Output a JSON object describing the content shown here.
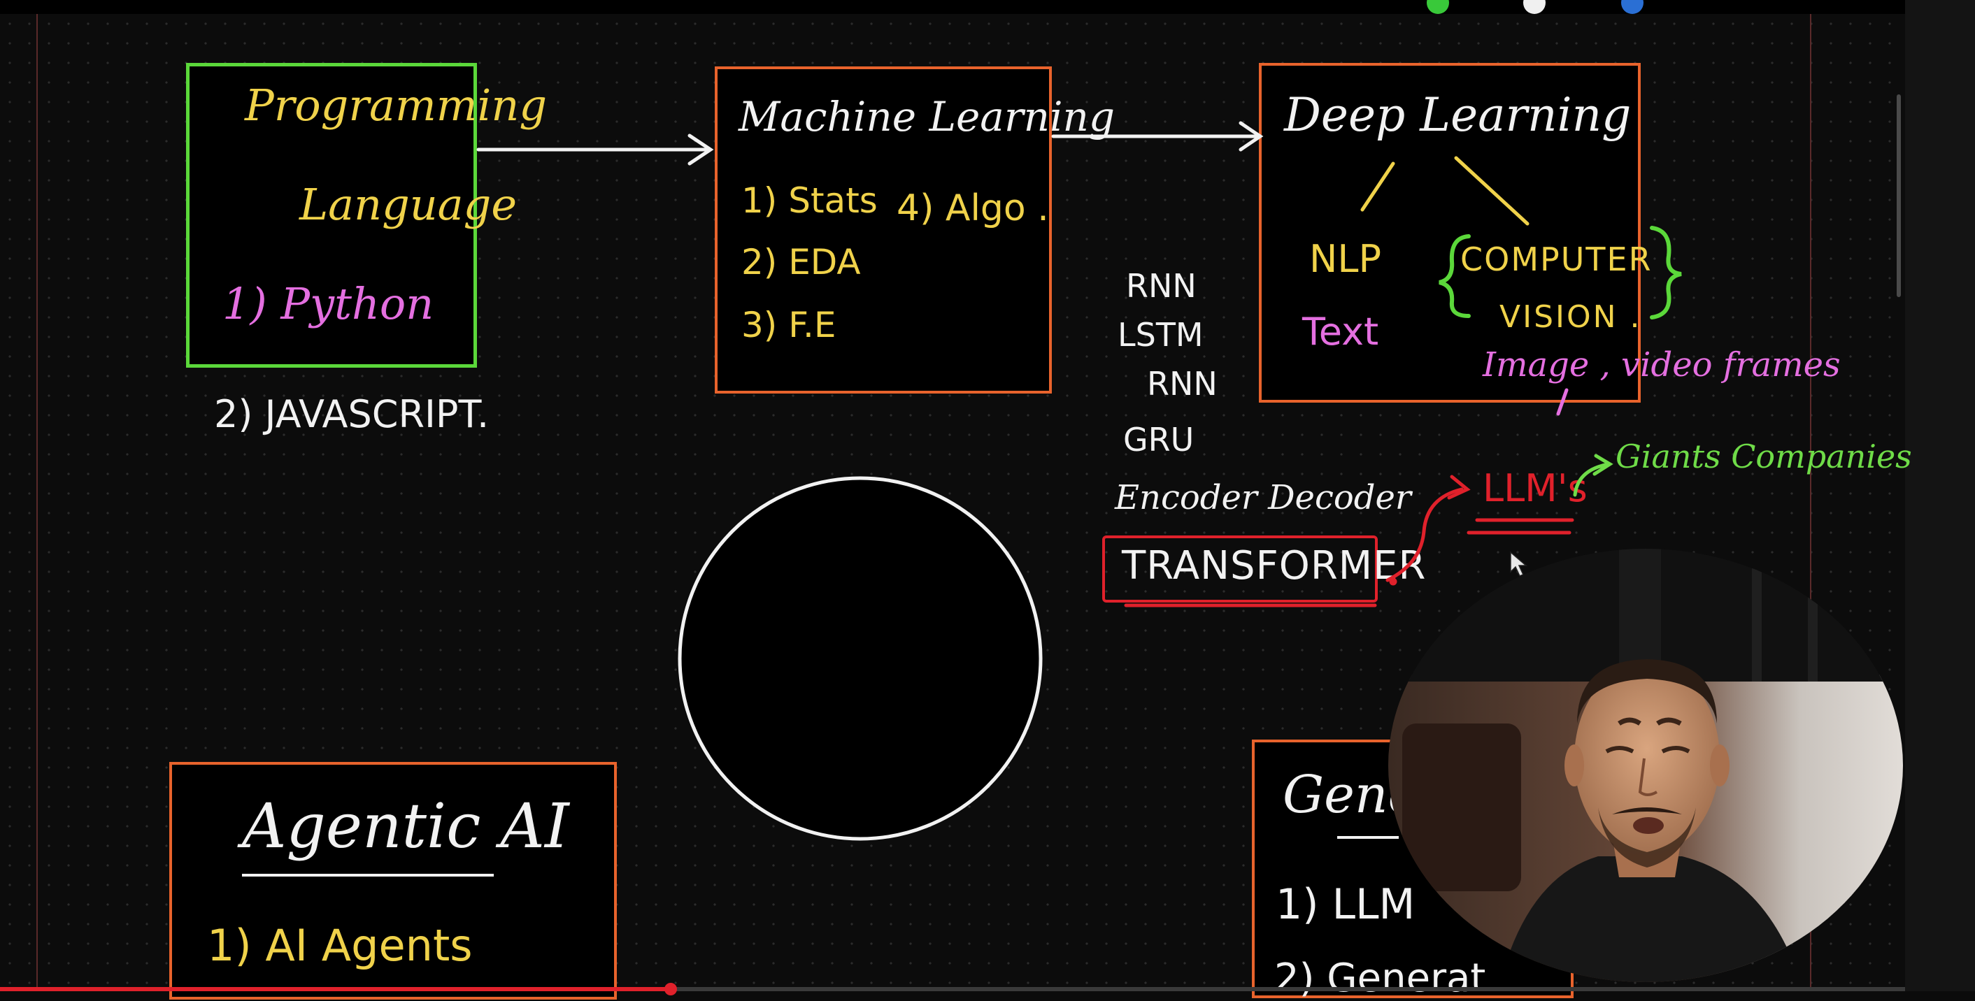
{
  "board": {
    "prog_box": {
      "title_line1": "Programming",
      "title_line2": "Language",
      "item1": "1) Python",
      "item2": "2) JAVASCRIPT."
    },
    "ml_box": {
      "title": "Machine Learning",
      "item1": "1) Stats",
      "item2": "2) EDA",
      "item3": "3) F.E",
      "item4": "4) Algo ."
    },
    "dl_box": {
      "title": "Deep Learning",
      "nlp": "NLP",
      "text": "Text",
      "cv_line1": "COMPUTER",
      "cv_line2": "VISION .",
      "image_note": "Image , video frames"
    },
    "dl_models": [
      "RNN",
      "LSTM",
      "RNN",
      "GRU",
      "Encoder Decoder"
    ],
    "transformer": "TRANSFORMER",
    "llms": "LLM's",
    "giants": "Giants Companies",
    "agentic_box": {
      "title": "Agentic AI",
      "item1": "1) AI Agents"
    },
    "genai_box": {
      "title_partial": "Genera",
      "item1_partial": "1) LLM",
      "item2_partial": "2) Generat"
    }
  },
  "colors": {
    "yellow": "#f0d24a",
    "white": "#f2f2f2",
    "pink": "#e46fe0",
    "green": "#6fdc48",
    "orange_border": "#e8632c",
    "green_border": "#5bd83a",
    "red": "#e0212b"
  },
  "icons": {
    "cursor": "cursor-pointer-icon",
    "webcam": "presenter-webcam"
  },
  "video": {
    "progress": 0.352
  }
}
